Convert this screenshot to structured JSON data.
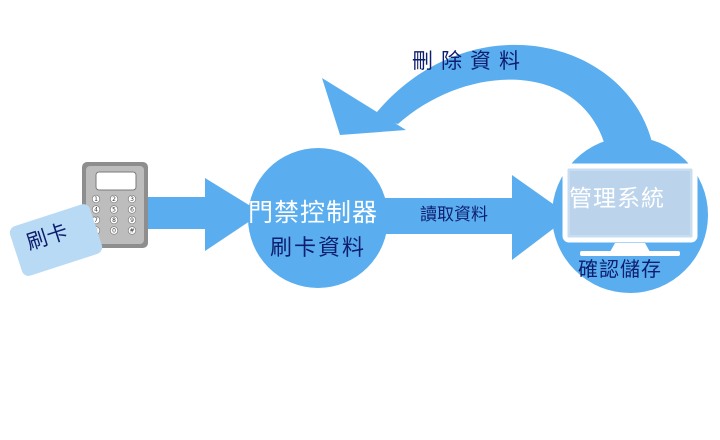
{
  "swipe_card": {
    "label": "刷卡"
  },
  "keypad": {
    "keys": [
      "1",
      "2",
      "3",
      "4",
      "5",
      "6",
      "7",
      "8",
      "9",
      "*",
      "0",
      "#"
    ]
  },
  "controller": {
    "title": "門禁控制器",
    "subtitle": "刷卡資料"
  },
  "read_arrow": {
    "label": "讀取資料"
  },
  "delete_arrow": {
    "label": "刪除資料"
  },
  "system": {
    "title": "管理系統",
    "subtitle": "確認儲存"
  },
  "colors": {
    "flow_blue": "#5aaef0",
    "label_navy": "#0e1e6e",
    "card_blue": "#b8daf5",
    "device_gray": "#9a9a9a"
  }
}
